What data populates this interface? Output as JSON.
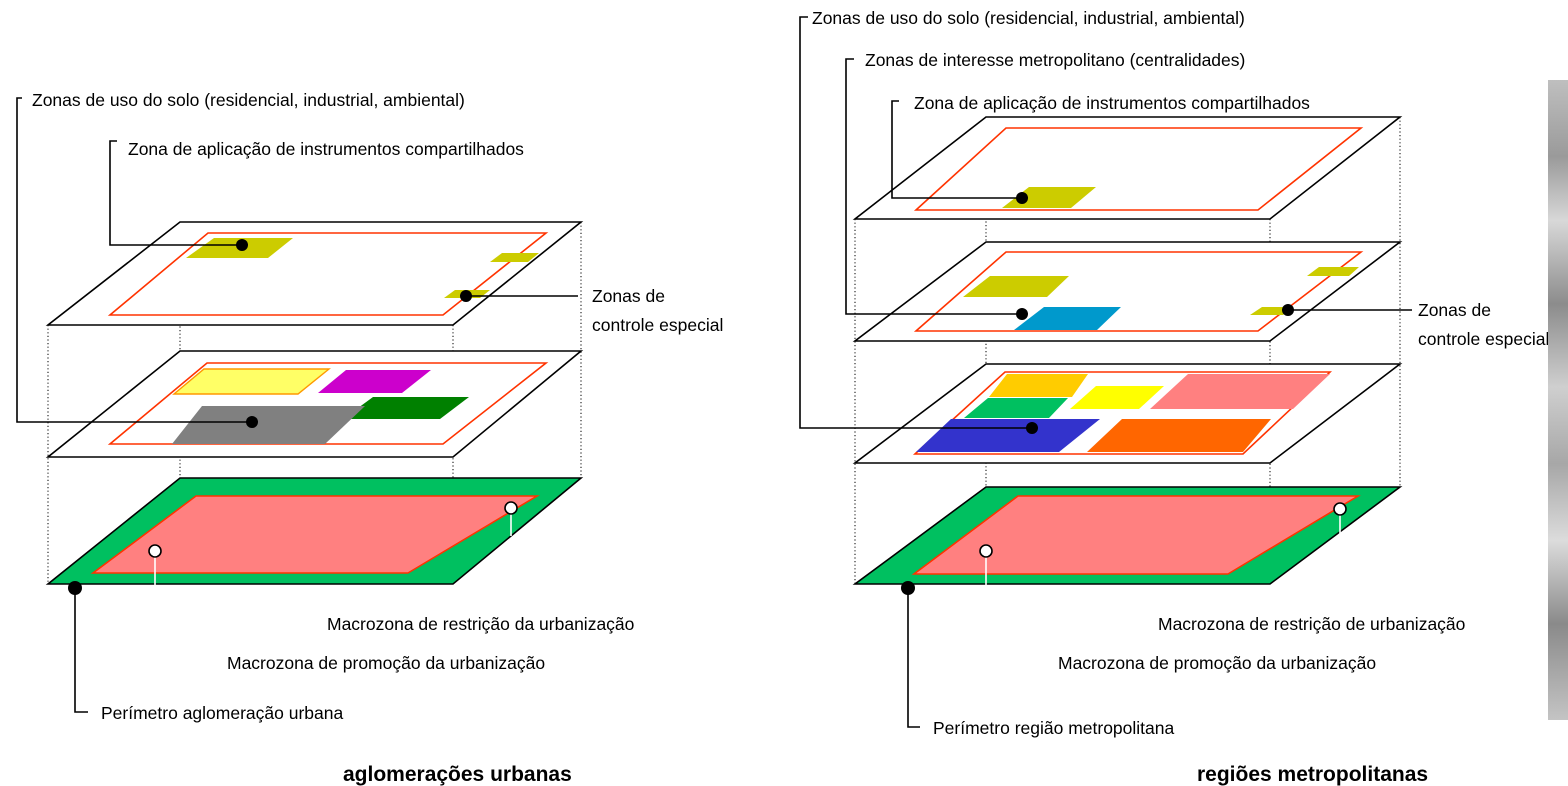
{
  "colors": {
    "olive": "#cccc00",
    "yellow": "#ffff66",
    "magenta": "#cc00cc",
    "gray": "#808080",
    "dark_green": "#008000",
    "green": "#00c060",
    "salmon": "#ff8080",
    "red_outline": "#ff3300",
    "blue": "#0099cc",
    "orange_yellow": "#ffcc00",
    "bright_yellow": "#ffff00",
    "navy_blue": "#3333cc",
    "orange": "#ff6600",
    "white": "#ffffff"
  },
  "left": {
    "label_zonas_uso": "Zonas de uso do solo (residencial, industrial, ambiental)",
    "label_instrumentos": "Zona de aplicação de instrumentos compartilhados",
    "label_controle_1": "Zonas de",
    "label_controle_2": "controle especial",
    "label_restricao": "Macrozona de restrição da urbanização",
    "label_promocao": "Macrozona de promoção da urbanização",
    "label_perimetro": "Perímetro aglomeração urbana",
    "title": "aglomerações urbanas"
  },
  "right": {
    "label_zonas_uso": "Zonas de uso do solo (residencial, industrial, ambiental)",
    "label_interesse": "Zonas de interesse metropolitano (centralidades)",
    "label_instrumentos": "Zona de aplicação de instrumentos compartilhados",
    "label_controle_1": "Zonas de",
    "label_controle_2": "controle especial",
    "label_restricao": "Macrozona de restrição de urbanização",
    "label_promocao": "Macrozona de promoção da urbanização",
    "label_perimetro": "Perímetro região metropolitana",
    "title": "regiões metropolitanas"
  }
}
